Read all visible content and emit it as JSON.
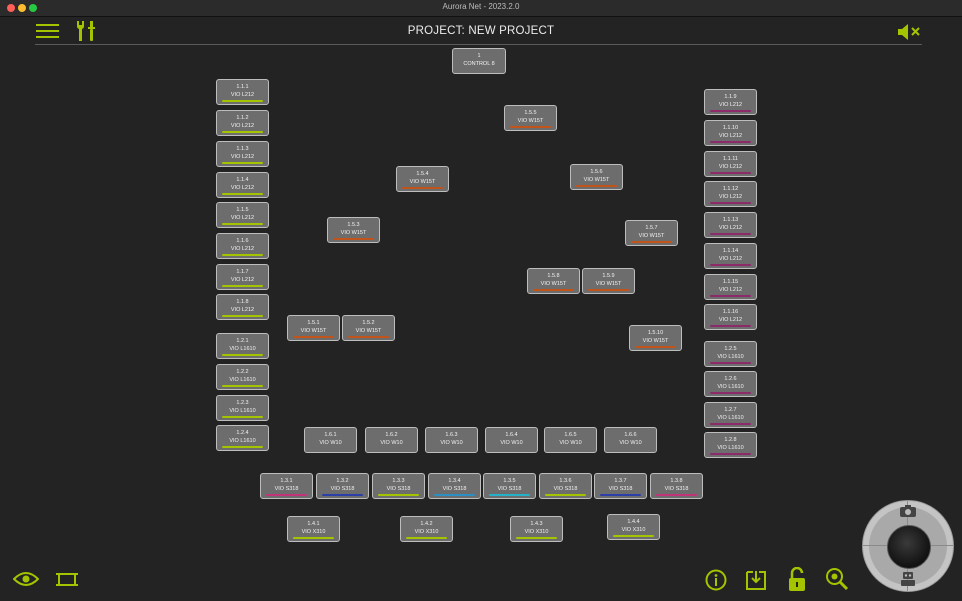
{
  "window": {
    "title": "Aurora Net - 2023.2.0"
  },
  "header": {
    "project_title": "PROJECT: NEW PROJECT"
  },
  "colors": {
    "accent": "#a4c400",
    "node_bg": "#6d6d6d",
    "node_border": "#bdbdbd",
    "canvas": "#232323"
  },
  "icons": {
    "menu": "hamburger-menu-icon",
    "tools": "tools-icon",
    "mute": "speaker-mute-icon",
    "eye": "eye-icon",
    "fit": "fit-screen-icon",
    "info": "info-icon",
    "download": "download-icon",
    "lock": "unlock-icon",
    "zoom": "zoom-icon",
    "camera": "camera-icon",
    "robot": "robot-icon"
  },
  "nodes": [
    {
      "id": "1",
      "model": "CONTROL 8",
      "accent": ""
    },
    {
      "id": "1.1.1",
      "model": "VIO L212",
      "accent": "#a4c400"
    },
    {
      "id": "1.1.2",
      "model": "VIO L212",
      "accent": "#a4c400"
    },
    {
      "id": "1.1.3",
      "model": "VIO L212",
      "accent": "#a4c400"
    },
    {
      "id": "1.1.4",
      "model": "VIO L212",
      "accent": "#a4c400"
    },
    {
      "id": "1.1.5",
      "model": "VIO L212",
      "accent": "#a4c400"
    },
    {
      "id": "1.1.6",
      "model": "VIO L212",
      "accent": "#a4c400"
    },
    {
      "id": "1.1.7",
      "model": "VIO L212",
      "accent": "#a4c400"
    },
    {
      "id": "1.1.8",
      "model": "VIO L212",
      "accent": "#a4c400"
    },
    {
      "id": "1.2.1",
      "model": "VIO L1610",
      "accent": "#a4c400"
    },
    {
      "id": "1.2.2",
      "model": "VIO L1610",
      "accent": "#a4c400"
    },
    {
      "id": "1.2.3",
      "model": "VIO L1610",
      "accent": "#a4c400"
    },
    {
      "id": "1.2.4",
      "model": "VIO L1610",
      "accent": "#a4c400"
    },
    {
      "id": "1.1.9",
      "model": "VIO L212",
      "accent": "#8c2a6a"
    },
    {
      "id": "1.1.10",
      "model": "VIO L212",
      "accent": "#8c2a6a"
    },
    {
      "id": "1.1.11",
      "model": "VIO L212",
      "accent": "#8c2a6a"
    },
    {
      "id": "1.1.12",
      "model": "VIO L212",
      "accent": "#8c2a6a"
    },
    {
      "id": "1.1.13",
      "model": "VIO L212",
      "accent": "#8c2a6a"
    },
    {
      "id": "1.1.14",
      "model": "VIO L212",
      "accent": "#8c2a6a"
    },
    {
      "id": "1.1.15",
      "model": "VIO L212",
      "accent": "#8c2a6a"
    },
    {
      "id": "1.1.16",
      "model": "VIO L212",
      "accent": "#8c2a6a"
    },
    {
      "id": "1.2.5",
      "model": "VIO L1610",
      "accent": "#8c2a6a"
    },
    {
      "id": "1.2.6",
      "model": "VIO L1610",
      "accent": "#8c2a6a"
    },
    {
      "id": "1.2.7",
      "model": "VIO L1610",
      "accent": "#8c2a6a"
    },
    {
      "id": "1.2.8",
      "model": "VIO L1610",
      "accent": "#8c2a6a"
    },
    {
      "id": "1.5.5",
      "model": "VIO W15T",
      "accent": "#c0541a"
    },
    {
      "id": "1.5.4",
      "model": "VIO W15T",
      "accent": "#c0541a"
    },
    {
      "id": "1.5.6",
      "model": "VIO W15T",
      "accent": "#c0541a"
    },
    {
      "id": "1.5.3",
      "model": "VIO W15T",
      "accent": "#c0541a"
    },
    {
      "id": "1.5.7",
      "model": "VIO W15T",
      "accent": "#c0541a"
    },
    {
      "id": "1.5.8",
      "model": "VIO W15T",
      "accent": "#c0541a"
    },
    {
      "id": "1.5.9",
      "model": "VIO W15T",
      "accent": "#c0541a"
    },
    {
      "id": "1.5.1",
      "model": "VIO W15T",
      "accent": "#c0541a"
    },
    {
      "id": "1.5.2",
      "model": "VIO W15T",
      "accent": "#c0541a"
    },
    {
      "id": "1.5.10",
      "model": "VIO W15T",
      "accent": "#c0541a"
    },
    {
      "id": "1.6.1",
      "model": "VIO W10",
      "accent": ""
    },
    {
      "id": "1.6.2",
      "model": "VIO W10",
      "accent": ""
    },
    {
      "id": "1.6.3",
      "model": "VIO W10",
      "accent": ""
    },
    {
      "id": "1.6.4",
      "model": "VIO W10",
      "accent": ""
    },
    {
      "id": "1.6.5",
      "model": "VIO W10",
      "accent": ""
    },
    {
      "id": "1.6.6",
      "model": "VIO W10",
      "accent": ""
    },
    {
      "id": "1.3.1",
      "model": "VIO S318",
      "accent": "#c2347a"
    },
    {
      "id": "1.3.2",
      "model": "VIO S318",
      "accent": "#2c3fa8"
    },
    {
      "id": "1.3.3",
      "model": "VIO S318",
      "accent": "#a4c400"
    },
    {
      "id": "1.3.4",
      "model": "VIO S318",
      "accent": "#2b8fc4"
    },
    {
      "id": "1.3.5",
      "model": "VIO S318",
      "accent": "#23b0c8"
    },
    {
      "id": "1.3.6",
      "model": "VIO S318",
      "accent": "#a4c400"
    },
    {
      "id": "1.3.7",
      "model": "VIO S318",
      "accent": "#2c3fa8"
    },
    {
      "id": "1.3.8",
      "model": "VIO S318",
      "accent": "#c2347a"
    },
    {
      "id": "1.4.1",
      "model": "VIO X310",
      "accent": "#a4c400"
    },
    {
      "id": "1.4.2",
      "model": "VIO X310",
      "accent": "#a4c400"
    },
    {
      "id": "1.4.3",
      "model": "VIO X310",
      "accent": "#a4c400"
    },
    {
      "id": "1.4.4",
      "model": "VIO X310",
      "accent": "#a4c400"
    }
  ]
}
